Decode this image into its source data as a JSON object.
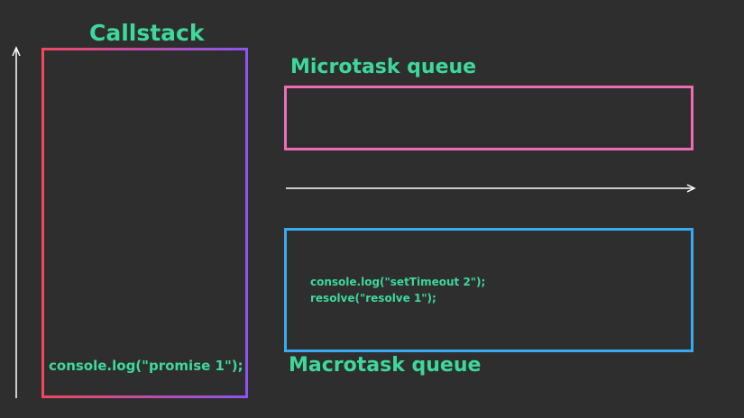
{
  "callstack": {
    "title": "Callstack",
    "items": [
      "console.log(\"promise 1\");"
    ]
  },
  "microtask_queue": {
    "title": "Microtask queue",
    "items": []
  },
  "macrotask_queue": {
    "title": "Macrotask queue",
    "items": [
      "console.log(\"setTimeout 2\");",
      "resolve(\"resolve 1\");"
    ]
  },
  "colors": {
    "background": "#2e2e2e",
    "text": "#3ed89a",
    "callstack_border_start": "#f0485e",
    "callstack_border_end": "#8b55f0",
    "microtask_border": "#ee6cb4",
    "macrotask_border": "#3aaaf0",
    "arrow": "#ffffff"
  }
}
